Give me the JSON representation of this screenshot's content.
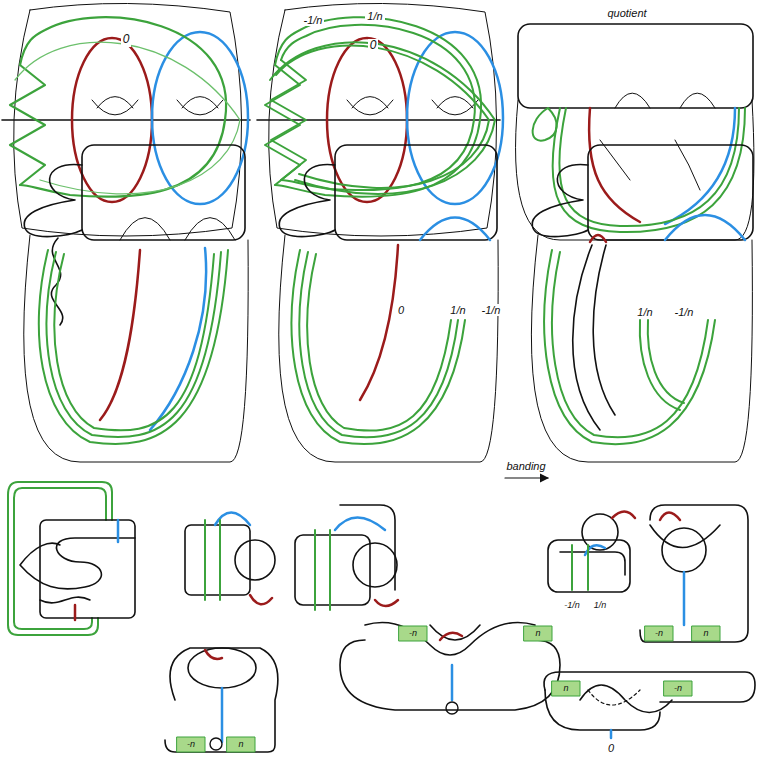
{
  "diagram": {
    "labels": [
      "0",
      "-1/n",
      "1/n",
      "0",
      "quotient",
      "0",
      "1/n",
      "-1/n",
      "banding",
      "1/n",
      "-1/n",
      "-1/n",
      "1/n",
      "-n",
      "n",
      "-n",
      "n",
      "-n",
      "n",
      "n",
      "-n",
      "0"
    ]
  }
}
